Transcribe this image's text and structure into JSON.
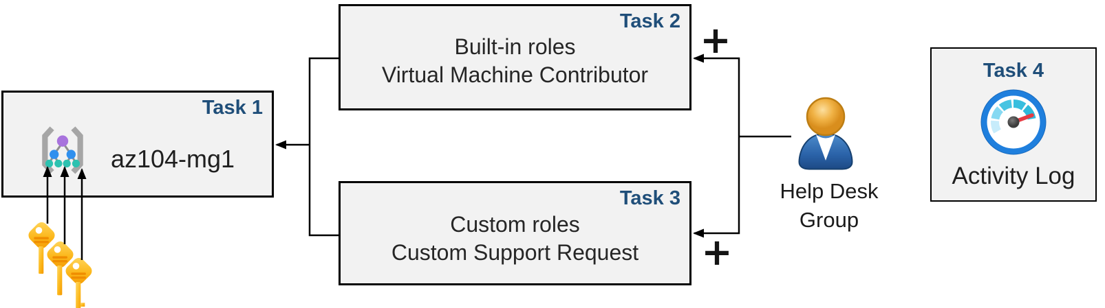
{
  "colors": {
    "task_label_blue": "#1F4E79",
    "box_fill": "#F2F2F2",
    "box_border": "#000000",
    "body_text": "#262626",
    "connector_black": "#000000",
    "key_gold": "#FDB813",
    "key_stripe_orange": "#EF8D00",
    "person_body_blue": "#2E6DB4",
    "person_head_gold": "#E9A83C",
    "gauge_ring_blue": "#1F7FDD",
    "gauge_arc_cyan": "#3FC1E0",
    "gauge_needle_red": "#E63B43",
    "mg_purple": "#A873DD",
    "mg_blue": "#3090EE",
    "mg_teal": "#2CC2B0"
  },
  "boxes": {
    "task1": {
      "label": "Task 1",
      "title": "az104-mg1",
      "icon": "management-group-icon"
    },
    "task2": {
      "label": "Task 2",
      "line1": "Built-in roles",
      "line2": "Virtual Machine Contributor"
    },
    "task3": {
      "label": "Task 3",
      "line1": "Custom roles",
      "line2": "Custom Support Request"
    },
    "task4": {
      "label": "Task 4",
      "caption": "Activity Log",
      "icon": "activity-log-gauge-icon"
    }
  },
  "actors": {
    "help_desk_group": {
      "label": "Help Desk Group",
      "icon": "person-icon"
    }
  },
  "decorations": {
    "keys_icon": "gold-keys-icon",
    "keys_count": 3,
    "plus_top": "+",
    "plus_bottom": "+"
  }
}
